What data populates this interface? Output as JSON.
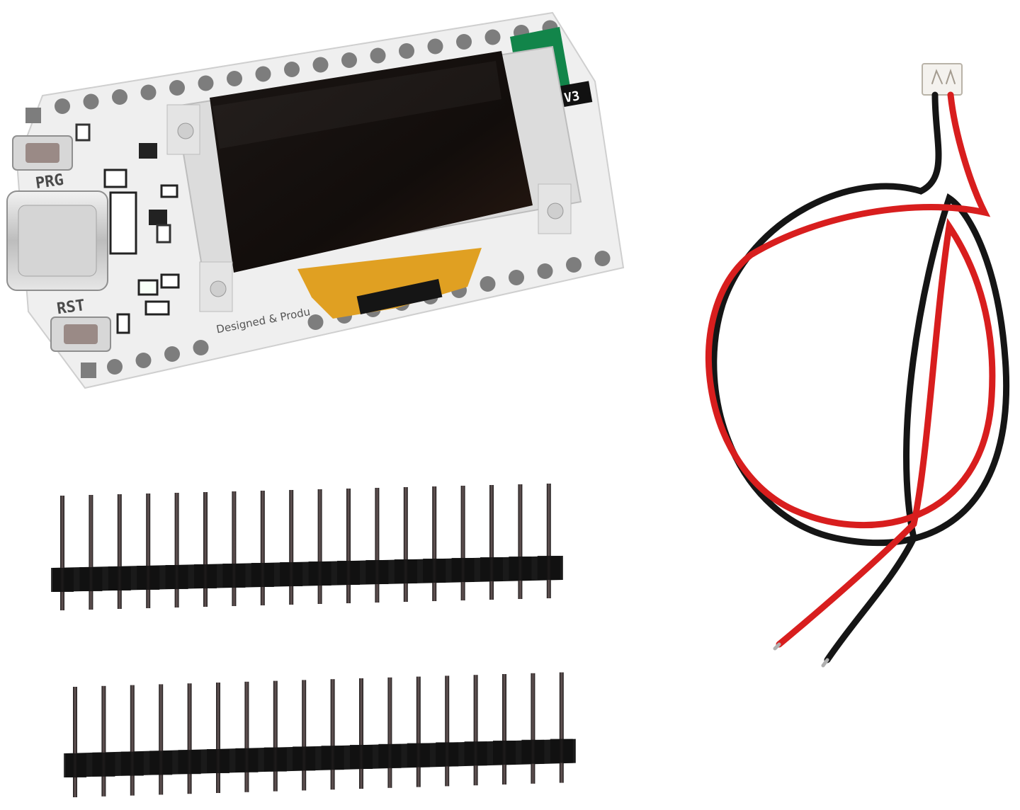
{
  "board": {
    "prg_label": "PRG",
    "rst_label": "RST",
    "version_label": "V3",
    "footer_text": "Designed & Produ"
  },
  "components": {
    "pin_header_count": 2,
    "pins_per_header": 18,
    "cable_wires": 2
  },
  "colors": {
    "board": "#efefef",
    "wire_red": "#d81e1e",
    "wire_black": "#151515",
    "header_plastic": "#1a1a1a",
    "pin_metal": "#3a3636",
    "antenna": "#12854a",
    "oled_ribbon": "#e0a022"
  }
}
